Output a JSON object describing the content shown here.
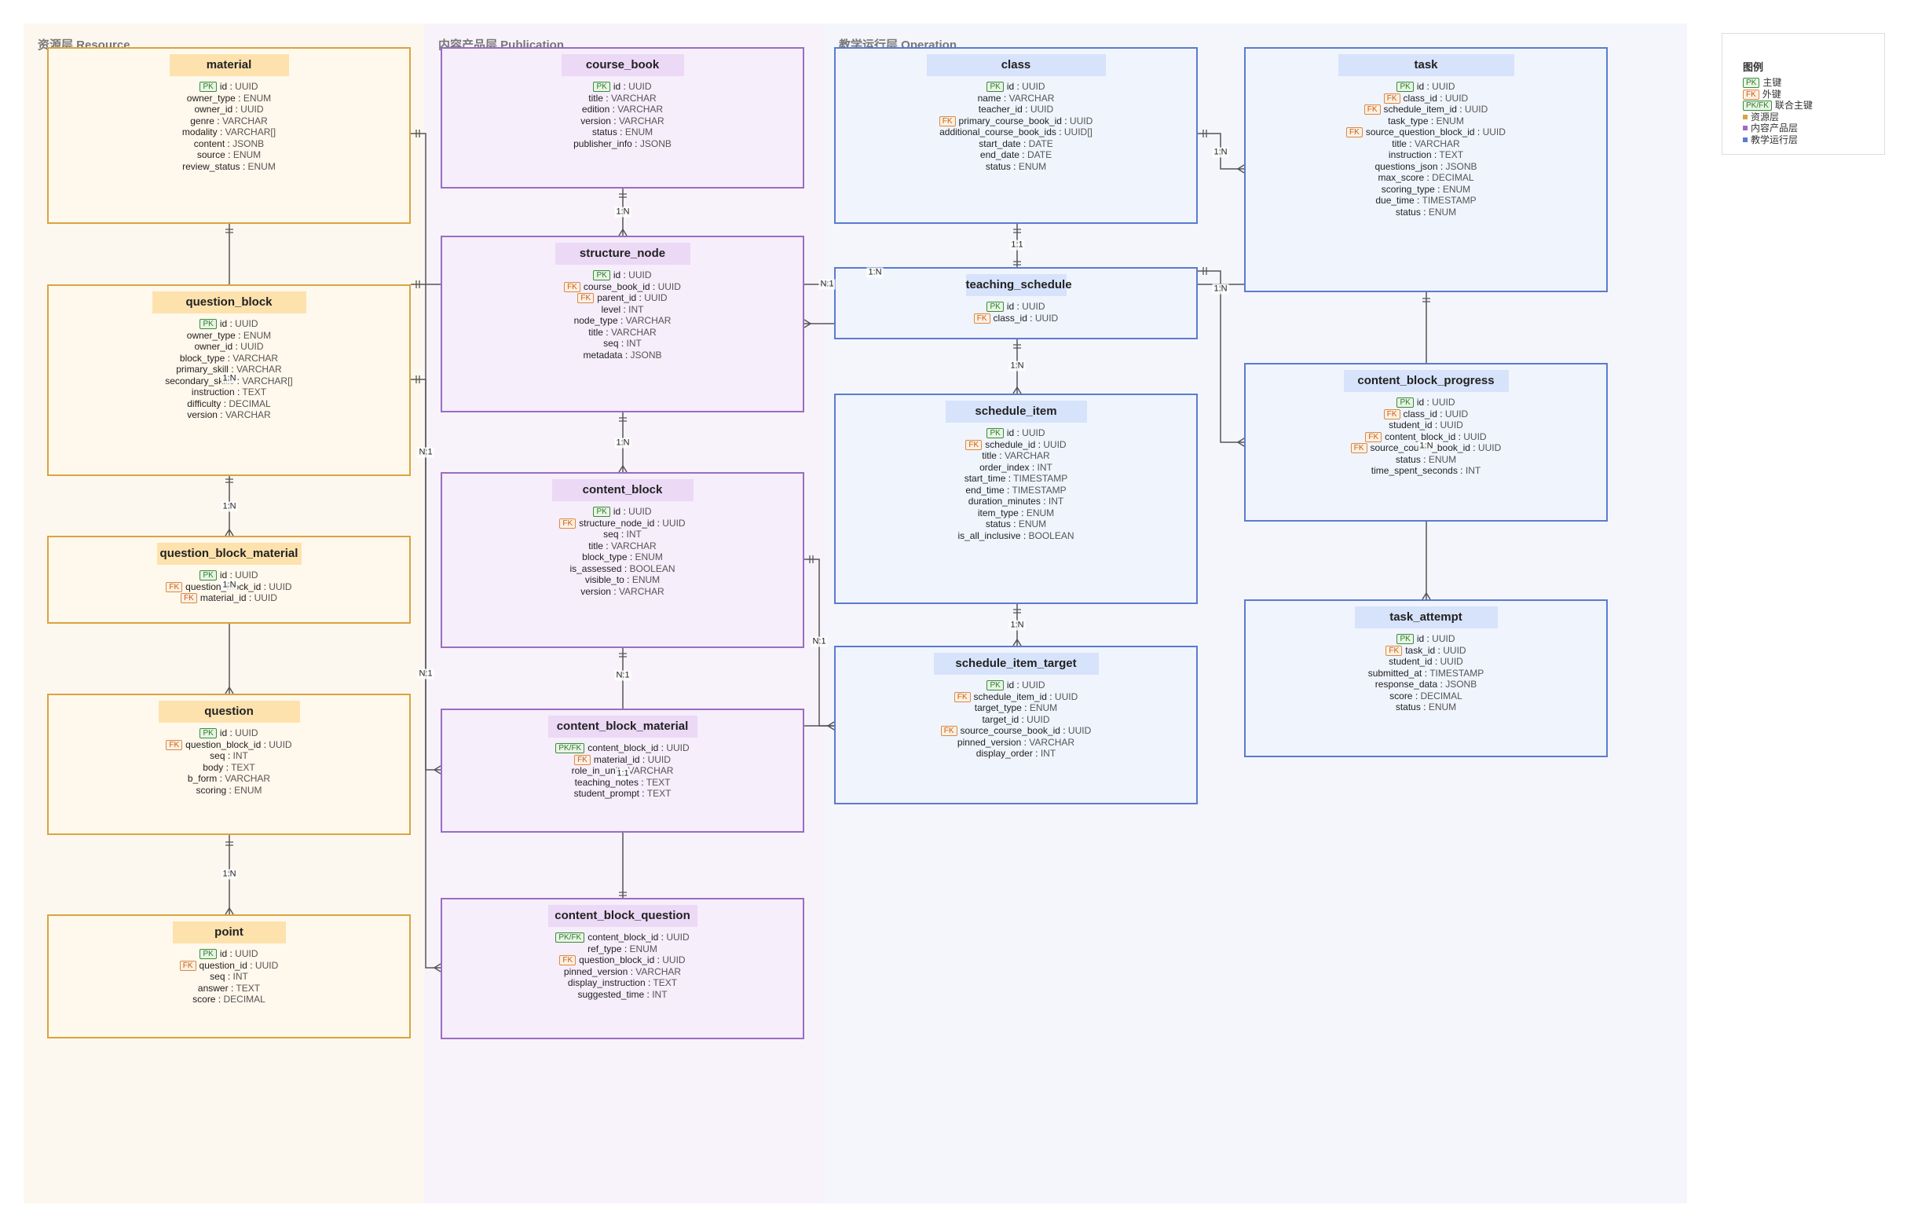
{
  "layers": {
    "resource": "资源层 Resource",
    "publication": "内容产品层 Publication",
    "operation": "教学运行层 Operation"
  },
  "colors": {
    "resource_border": "#d9a441",
    "resource_fill": "#fff8ec",
    "resource_header": "#fde2ad",
    "publication_border": "#9b6cc2",
    "publication_fill": "#f6eefb",
    "publication_header": "#ecd9f6",
    "operation_border": "#5a7bd0",
    "operation_fill": "#f0f4fd",
    "operation_header": "#d7e3fb",
    "connector": "#555555"
  },
  "legend": {
    "title": "图例",
    "items": [
      {
        "tag": "PK",
        "label": "主键"
      },
      {
        "tag": "FK",
        "label": "外键"
      },
      {
        "tag": "PK/FK",
        "label": "联合主键"
      }
    ],
    "layers": [
      {
        "label": "资源层",
        "color": "#d9a441"
      },
      {
        "label": "内容产品层",
        "color": "#9b6cc2"
      },
      {
        "label": "教学运行层",
        "color": "#5a7bd0"
      }
    ]
  },
  "entities": {
    "material": {
      "name": "material",
      "fields": [
        {
          "tag": "PK",
          "name": "id",
          "type": "UUID"
        },
        {
          "name": "owner_type",
          "type": "ENUM"
        },
        {
          "name": "owner_id",
          "type": "UUID"
        },
        {
          "name": "genre",
          "type": "VARCHAR"
        },
        {
          "name": "modality",
          "type": "VARCHAR[]"
        },
        {
          "name": "content",
          "type": "JSONB"
        },
        {
          "name": "source",
          "type": "ENUM"
        },
        {
          "name": "review_status",
          "type": "ENUM"
        }
      ]
    },
    "question_block": {
      "name": "question_block",
      "fields": [
        {
          "tag": "PK",
          "name": "id",
          "type": "UUID"
        },
        {
          "name": "owner_type",
          "type": "ENUM"
        },
        {
          "name": "owner_id",
          "type": "UUID"
        },
        {
          "name": "block_type",
          "type": "VARCHAR"
        },
        {
          "name": "primary_skill",
          "type": "VARCHAR"
        },
        {
          "name": "secondary_skills",
          "type": "VARCHAR[]"
        },
        {
          "name": "instruction",
          "type": "TEXT"
        },
        {
          "name": "difficulty",
          "type": "DECIMAL"
        },
        {
          "name": "version",
          "type": "VARCHAR"
        }
      ]
    },
    "question_block_material": {
      "name": "question_block_material",
      "fields": [
        {
          "tag": "PK",
          "name": "id",
          "type": "UUID"
        },
        {
          "tag": "FK",
          "name": "question_block_id",
          "type": "UUID"
        },
        {
          "tag": "FK",
          "name": "material_id",
          "type": "UUID"
        }
      ]
    },
    "question": {
      "name": "question",
      "fields": [
        {
          "tag": "PK",
          "name": "id",
          "type": "UUID"
        },
        {
          "tag": "FK",
          "name": "question_block_id",
          "type": "UUID"
        },
        {
          "name": "seq",
          "type": "INT"
        },
        {
          "name": "body",
          "type": "TEXT"
        },
        {
          "name": "b_form",
          "type": "VARCHAR"
        },
        {
          "name": "scoring",
          "type": "ENUM"
        }
      ]
    },
    "point": {
      "name": "point",
      "fields": [
        {
          "tag": "PK",
          "name": "id",
          "type": "UUID"
        },
        {
          "tag": "FK",
          "name": "question_id",
          "type": "UUID"
        },
        {
          "name": "seq",
          "type": "INT"
        },
        {
          "name": "answer",
          "type": "TEXT"
        },
        {
          "name": "score",
          "type": "DECIMAL"
        }
      ]
    },
    "course_book": {
      "name": "course_book",
      "fields": [
        {
          "tag": "PK",
          "name": "id",
          "type": "UUID"
        },
        {
          "name": "title",
          "type": "VARCHAR"
        },
        {
          "name": "edition",
          "type": "VARCHAR"
        },
        {
          "name": "version",
          "type": "VARCHAR"
        },
        {
          "name": "status",
          "type": "ENUM"
        },
        {
          "name": "publisher_info",
          "type": "JSONB"
        }
      ]
    },
    "structure_node": {
      "name": "structure_node",
      "fields": [
        {
          "tag": "PK",
          "name": "id",
          "type": "UUID"
        },
        {
          "tag": "FK",
          "name": "course_book_id",
          "type": "UUID"
        },
        {
          "tag": "FK",
          "name": "parent_id",
          "type": "UUID"
        },
        {
          "name": "level",
          "type": "INT"
        },
        {
          "name": "node_type",
          "type": "VARCHAR"
        },
        {
          "name": "title",
          "type": "VARCHAR"
        },
        {
          "name": "seq",
          "type": "INT"
        },
        {
          "name": "metadata",
          "type": "JSONB"
        }
      ]
    },
    "content_block": {
      "name": "content_block",
      "fields": [
        {
          "tag": "PK",
          "name": "id",
          "type": "UUID"
        },
        {
          "tag": "FK",
          "name": "structure_node_id",
          "type": "UUID"
        },
        {
          "name": "seq",
          "type": "INT"
        },
        {
          "name": "title",
          "type": "VARCHAR"
        },
        {
          "name": "block_type",
          "type": "ENUM"
        },
        {
          "name": "is_assessed",
          "type": "BOOLEAN"
        },
        {
          "name": "visible_to",
          "type": "ENUM"
        },
        {
          "name": "version",
          "type": "VARCHAR"
        }
      ]
    },
    "content_block_material": {
      "name": "content_block_material",
      "fields": [
        {
          "tag": "PK/FK",
          "name": "content_block_id",
          "type": "UUID"
        },
        {
          "tag": "FK",
          "name": "material_id",
          "type": "UUID"
        },
        {
          "name": "role_in_unit",
          "type": "VARCHAR"
        },
        {
          "name": "teaching_notes",
          "type": "TEXT"
        },
        {
          "name": "student_prompt",
          "type": "TEXT"
        }
      ]
    },
    "content_block_question": {
      "name": "content_block_question",
      "fields": [
        {
          "tag": "PK/FK",
          "name": "content_block_id",
          "type": "UUID"
        },
        {
          "name": "ref_type",
          "type": "ENUM"
        },
        {
          "tag": "FK",
          "name": "question_block_id",
          "type": "UUID"
        },
        {
          "name": "pinned_version",
          "type": "VARCHAR"
        },
        {
          "name": "display_instruction",
          "type": "TEXT"
        },
        {
          "name": "suggested_time",
          "type": "INT"
        }
      ]
    },
    "class": {
      "name": "class",
      "fields": [
        {
          "tag": "PK",
          "name": "id",
          "type": "UUID"
        },
        {
          "name": "name",
          "type": "VARCHAR"
        },
        {
          "name": "teacher_id",
          "type": "UUID"
        },
        {
          "tag": "FK",
          "name": "primary_course_book_id",
          "type": "UUID"
        },
        {
          "name": "additional_course_book_ids",
          "type": "UUID[]"
        },
        {
          "name": "start_date",
          "type": "DATE"
        },
        {
          "name": "end_date",
          "type": "DATE"
        },
        {
          "name": "status",
          "type": "ENUM"
        }
      ]
    },
    "teaching_schedule": {
      "name": "teaching_schedule",
      "fields": [
        {
          "tag": "PK",
          "name": "id",
          "type": "UUID"
        },
        {
          "tag": "FK",
          "name": "class_id",
          "type": "UUID"
        }
      ]
    },
    "schedule_item": {
      "name": "schedule_item",
      "fields": [
        {
          "tag": "PK",
          "name": "id",
          "type": "UUID"
        },
        {
          "tag": "FK",
          "name": "schedule_id",
          "type": "UUID"
        },
        {
          "name": "title",
          "type": "VARCHAR"
        },
        {
          "name": "order_index",
          "type": "INT"
        },
        {
          "name": "start_time",
          "type": "TIMESTAMP"
        },
        {
          "name": "end_time",
          "type": "TIMESTAMP"
        },
        {
          "name": "duration_minutes",
          "type": "INT"
        },
        {
          "name": "item_type",
          "type": "ENUM"
        },
        {
          "name": "status",
          "type": "ENUM"
        },
        {
          "name": "is_all_inclusive",
          "type": "BOOLEAN"
        }
      ]
    },
    "schedule_item_target": {
      "name": "schedule_item_target",
      "fields": [
        {
          "tag": "PK",
          "name": "id",
          "type": "UUID"
        },
        {
          "tag": "FK",
          "name": "schedule_item_id",
          "type": "UUID"
        },
        {
          "name": "target_type",
          "type": "ENUM"
        },
        {
          "name": "target_id",
          "type": "UUID"
        },
        {
          "tag": "FK",
          "name": "source_course_book_id",
          "type": "UUID"
        },
        {
          "name": "pinned_version",
          "type": "VARCHAR"
        },
        {
          "name": "display_order",
          "type": "INT"
        }
      ]
    },
    "task": {
      "name": "task",
      "fields": [
        {
          "tag": "PK",
          "name": "id",
          "type": "UUID"
        },
        {
          "tag": "FK",
          "name": "class_id",
          "type": "UUID"
        },
        {
          "tag": "FK",
          "name": "schedule_item_id",
          "type": "UUID"
        },
        {
          "name": "task_type",
          "type": "ENUM"
        },
        {
          "tag": "FK",
          "name": "source_question_block_id",
          "type": "UUID"
        },
        {
          "name": "title",
          "type": "VARCHAR"
        },
        {
          "name": "instruction",
          "type": "TEXT"
        },
        {
          "name": "questions_json",
          "type": "JSONB"
        },
        {
          "name": "max_score",
          "type": "DECIMAL"
        },
        {
          "name": "scoring_type",
          "type": "ENUM"
        },
        {
          "name": "due_time",
          "type": "TIMESTAMP"
        },
        {
          "name": "status",
          "type": "ENUM"
        }
      ]
    },
    "content_block_progress": {
      "name": "content_block_progress",
      "fields": [
        {
          "tag": "PK",
          "name": "id",
          "type": "UUID"
        },
        {
          "tag": "FK",
          "name": "class_id",
          "type": "UUID"
        },
        {
          "name": "student_id",
          "type": "UUID"
        },
        {
          "tag": "FK",
          "name": "content_block_id",
          "type": "UUID"
        },
        {
          "tag": "FK",
          "name": "source_course_book_id",
          "type": "UUID"
        },
        {
          "name": "status",
          "type": "ENUM"
        },
        {
          "name": "time_spent_seconds",
          "type": "INT"
        }
      ]
    },
    "task_attempt": {
      "name": "task_attempt",
      "fields": [
        {
          "tag": "PK",
          "name": "id",
          "type": "UUID"
        },
        {
          "tag": "FK",
          "name": "task_id",
          "type": "UUID"
        },
        {
          "name": "student_id",
          "type": "UUID"
        },
        {
          "name": "submitted_at",
          "type": "TIMESTAMP"
        },
        {
          "name": "response_data",
          "type": "JSONB"
        },
        {
          "name": "score",
          "type": "DECIMAL"
        },
        {
          "name": "status",
          "type": "ENUM"
        }
      ]
    }
  },
  "relationships": [
    {
      "id": "material-qbm",
      "label": "1:N"
    },
    {
      "id": "qb-qbm",
      "label": "1:N"
    },
    {
      "id": "qbm-question",
      "label": "1:N"
    },
    {
      "id": "question-point",
      "label": "1:N"
    },
    {
      "id": "cb-sn",
      "label": "1:N"
    },
    {
      "id": "sn-contentblock",
      "label": "1:N"
    },
    {
      "id": "contentblock-cbm",
      "label": "N:1"
    },
    {
      "id": "cbm-cbq",
      "label": "1:1"
    },
    {
      "id": "material-cbm",
      "label": "N:1"
    },
    {
      "id": "qb-cbq",
      "label": "N:1"
    },
    {
      "id": "sn-self",
      "label": "1:N"
    },
    {
      "id": "qb-sn",
      "label": "N:1"
    },
    {
      "id": "contentblock-sit",
      "label": "N:1"
    },
    {
      "id": "class-ts",
      "label": "1:1"
    },
    {
      "id": "ts-si",
      "label": "1:N"
    },
    {
      "id": "si-sit",
      "label": "1:N"
    },
    {
      "id": "class-task",
      "label": "1:N"
    },
    {
      "id": "class-cbp",
      "label": "1:N"
    },
    {
      "id": "task-attempt",
      "label": "1:N"
    }
  ]
}
